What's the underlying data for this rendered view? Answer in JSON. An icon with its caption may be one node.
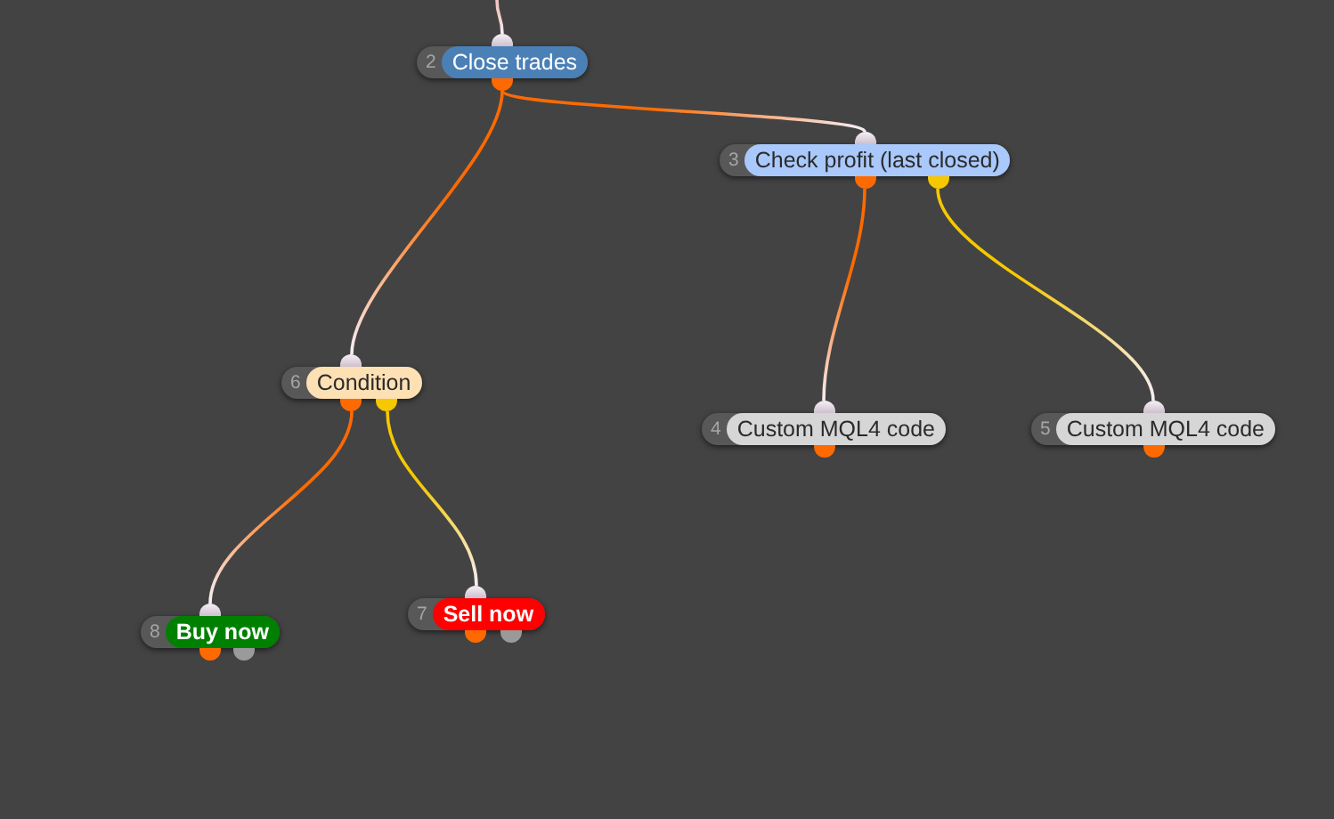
{
  "diagram": {
    "nodes": [
      {
        "text": [
          "2",
          "Close trades"
        ]
      },
      {
        "text": [
          "3",
          "Check profit (last closed)"
        ]
      },
      {
        "text": [
          "6",
          "Condition"
        ]
      },
      {
        "text": [
          "4",
          "Custom MQL4 code"
        ]
      },
      {
        "text": [
          "5",
          "Custom MQL4 code"
        ]
      },
      {
        "text": [
          "7",
          "Sell now"
        ]
      },
      {
        "text": [
          "8",
          "Buy now"
        ]
      }
    ],
    "edges": [
      {
        "from": null,
        "to": 0,
        "arrow": "none"
      },
      {
        "from": 0,
        "to": 1,
        "arrow": "none"
      },
      {
        "from": 0,
        "to": 2,
        "arrow": "none"
      },
      {
        "from": 1,
        "to": 3,
        "arrow": "none"
      },
      {
        "from": 1,
        "to": 4,
        "arrow": "none",
        "color": "#f5c800"
      },
      {
        "from": 2,
        "to": 6,
        "arrow": "none"
      },
      {
        "from": 2,
        "to": 5,
        "arrow": "none",
        "color": "#f5c800"
      }
    ]
  }
}
